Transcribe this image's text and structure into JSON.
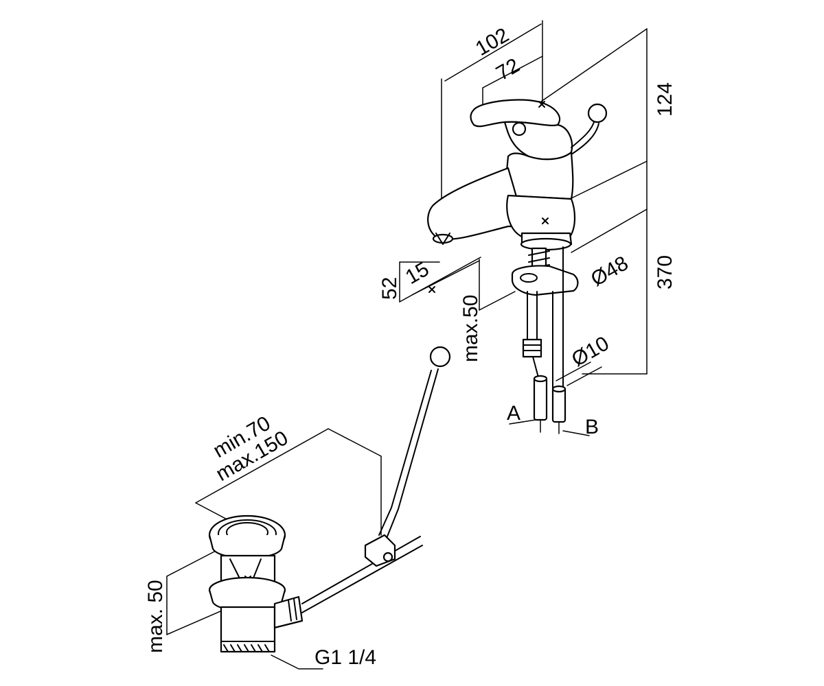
{
  "dimensions": {
    "width_102": "102",
    "width_72": "72",
    "height_124": "124",
    "height_370": "370",
    "diameter_48": "Ø48",
    "height_52": "52",
    "spout_15": "15",
    "max_50_tap": "max.50",
    "diameter_10": "Ø10",
    "min_70": "min.70",
    "max_150": "max.150",
    "max_50_waste": "max. 50",
    "thread": "G1 1/4"
  },
  "connections": {
    "label_a": "A",
    "label_b": "B"
  }
}
